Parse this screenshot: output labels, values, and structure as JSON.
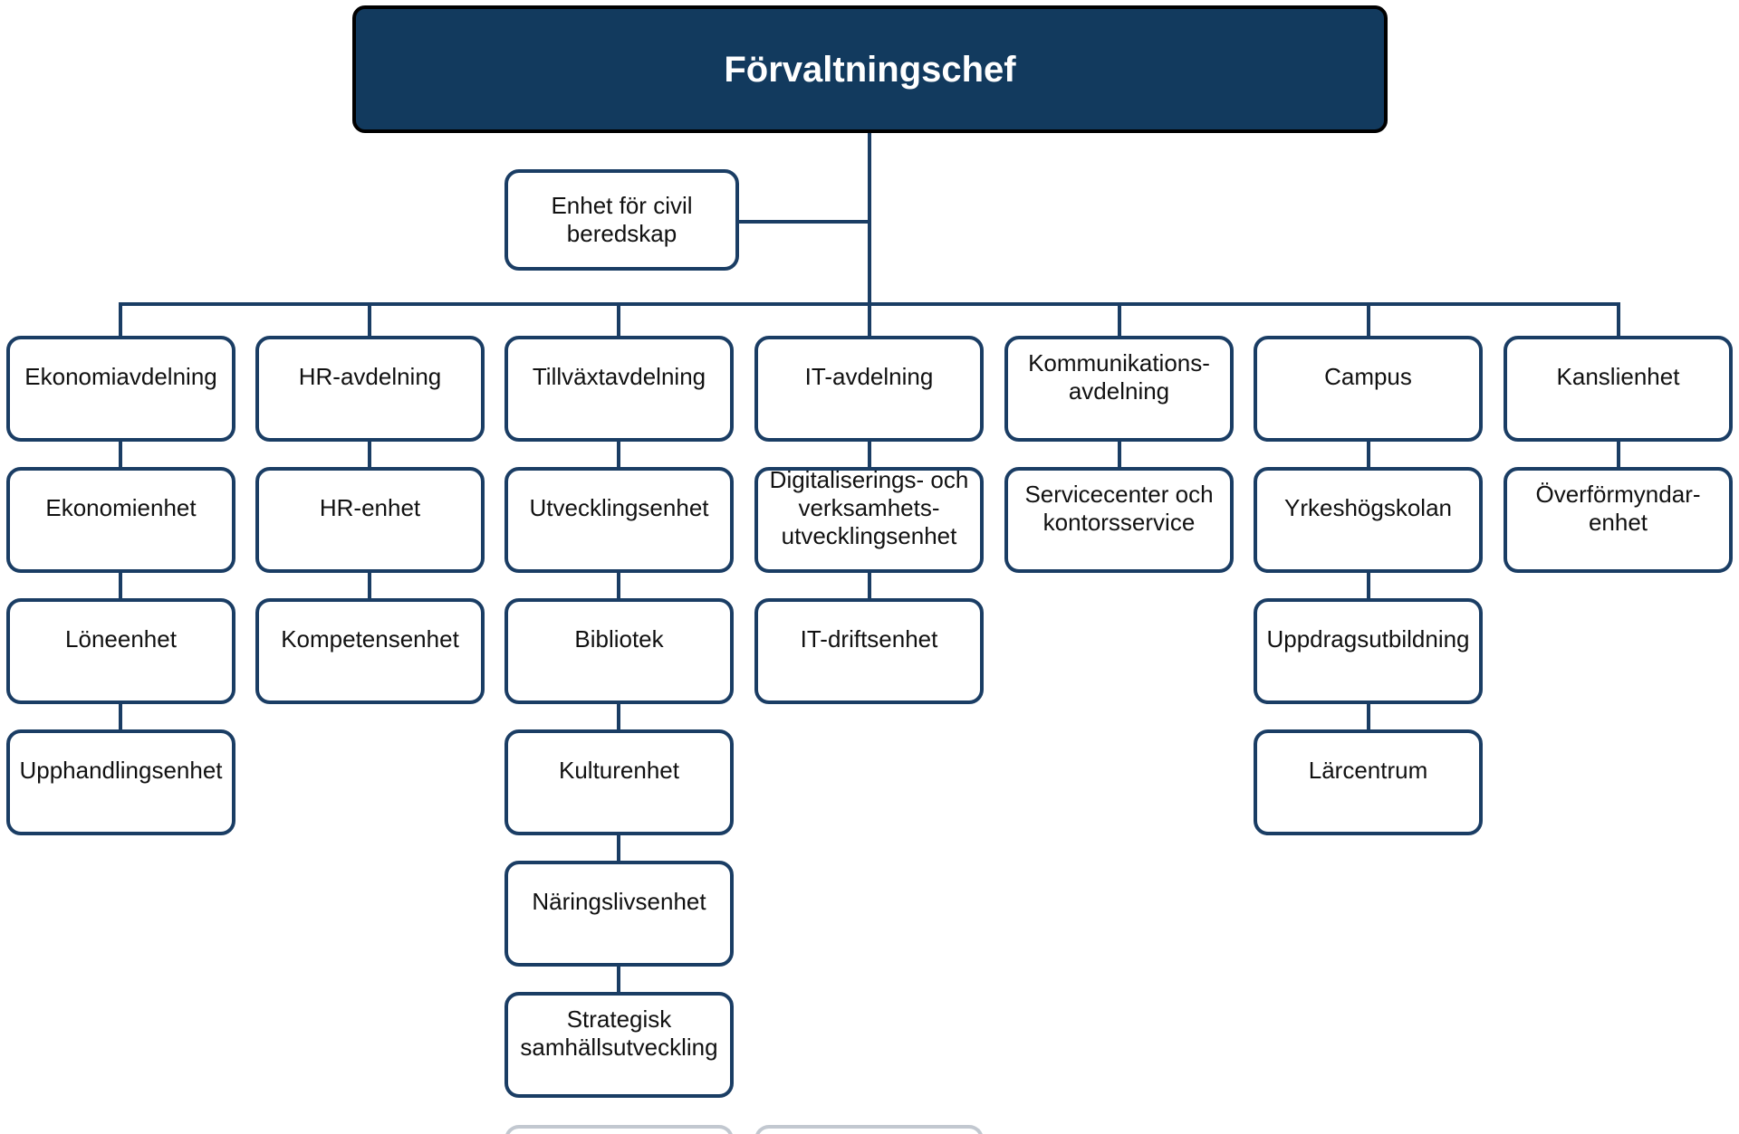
{
  "org": {
    "root": {
      "label": "Förvaltningschef"
    },
    "staff_unit": {
      "label": "Enhet för civil\nberedskap"
    },
    "columns": [
      {
        "name": "ekonomi",
        "nodes": [
          {
            "label": "Ekonomiavdelning"
          },
          {
            "label": "Ekonomienhet"
          },
          {
            "label": "Löneenhet"
          },
          {
            "label": "Upphandlingsenhet"
          }
        ]
      },
      {
        "name": "hr",
        "nodes": [
          {
            "label": "HR-avdelning"
          },
          {
            "label": "HR-enhet"
          },
          {
            "label": "Kompetensenhet"
          }
        ]
      },
      {
        "name": "tillvaxt",
        "nodes": [
          {
            "label": "Tillväxtavdelning"
          },
          {
            "label": "Utvecklingsenhet"
          },
          {
            "label": "Bibliotek"
          },
          {
            "label": "Kulturenhet"
          },
          {
            "label": "Näringslivsenhet"
          },
          {
            "label": "Strategisk\nsamhällsutveckling"
          }
        ]
      },
      {
        "name": "it",
        "nodes": [
          {
            "label": "IT-avdelning"
          },
          {
            "label": "Digitaliserings- och\nverksamhets-\nutvecklingsenhet"
          },
          {
            "label": "IT-driftsenhet"
          }
        ]
      },
      {
        "name": "kommunikation",
        "nodes": [
          {
            "label": "Kommunikations-\navdelning"
          },
          {
            "label": "Servicecenter och\nkontorsservice"
          }
        ]
      },
      {
        "name": "campus",
        "nodes": [
          {
            "label": "Campus"
          },
          {
            "label": "Yrkeshögskolan"
          },
          {
            "label": "Uppdragsutbildning"
          },
          {
            "label": "Lärcentrum"
          }
        ]
      },
      {
        "name": "kansli",
        "nodes": [
          {
            "label": "Kanslienhet"
          },
          {
            "label": "Överförmyndar-\nenhet"
          }
        ]
      }
    ],
    "colors": {
      "root_fill": "#123a5e",
      "root_border": "#000000",
      "root_text": "#ffffff",
      "box_border": "#1a3d64",
      "connector": "#1a3d64",
      "box_text": "#111111",
      "faded_partial_box_border": "#c2c8d0",
      "background": "#ffffff"
    }
  }
}
